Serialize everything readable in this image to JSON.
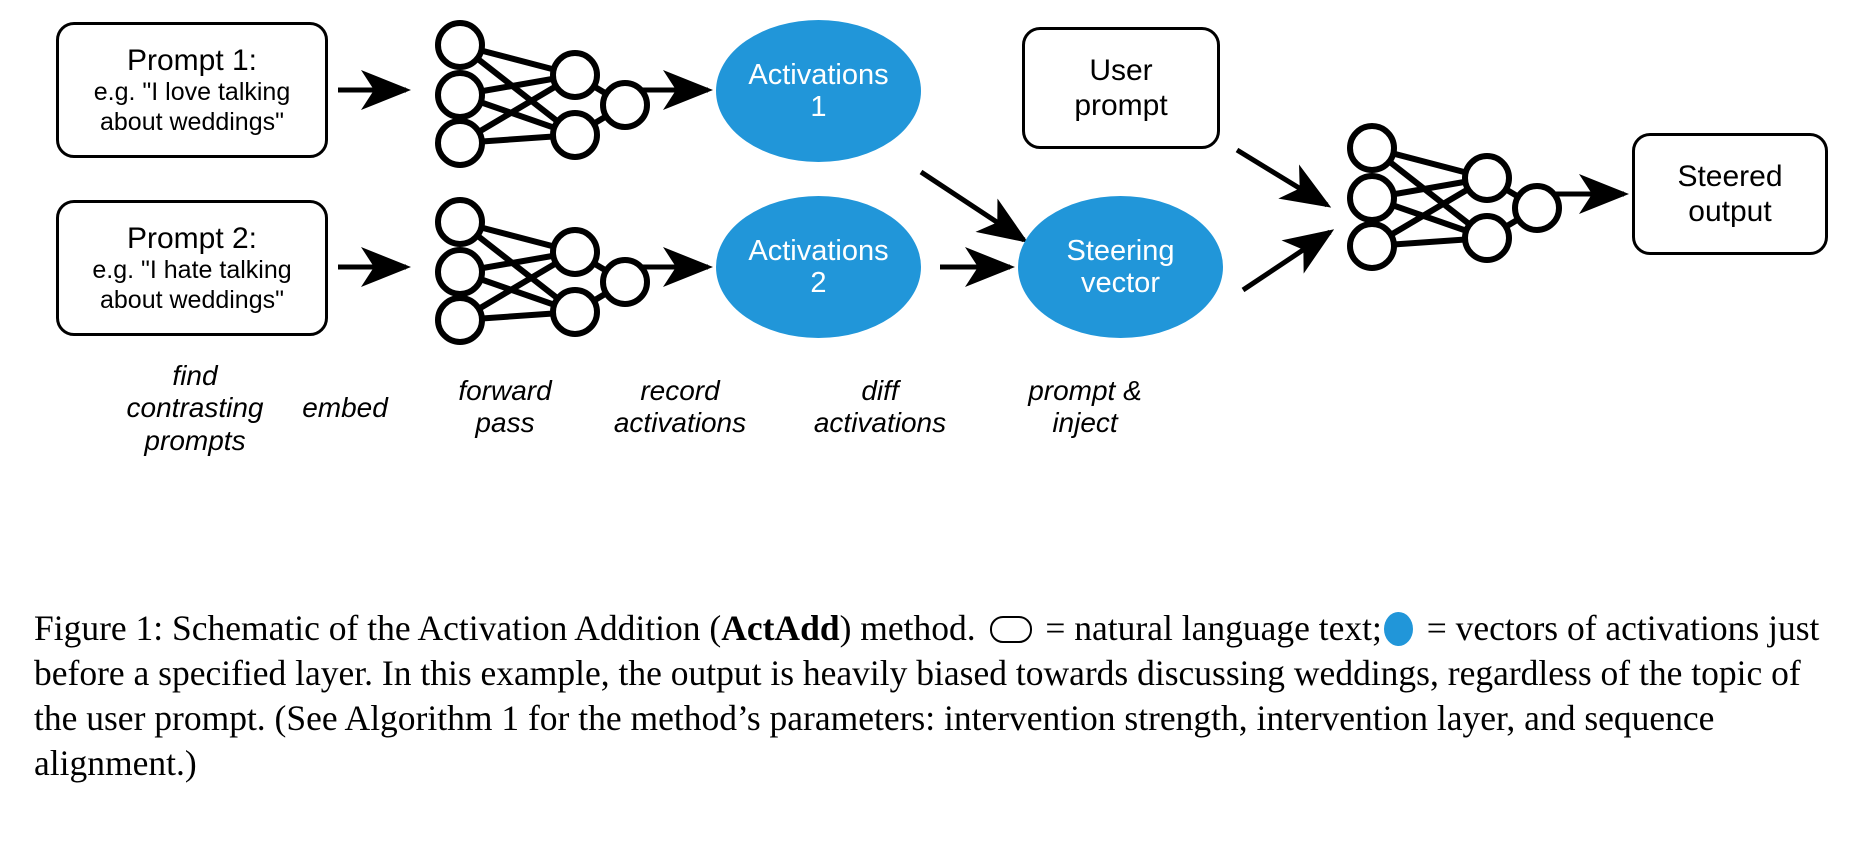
{
  "figure": {
    "colors": {
      "activation_blue": "#2196d9",
      "stroke_black": "#000000",
      "background": "#ffffff"
    },
    "boxes": [
      {
        "id": "prompt1",
        "title": "Prompt 1:",
        "line1": "e.g. \"I love talking",
        "line2": "about weddings\""
      },
      {
        "id": "prompt2",
        "title": "Prompt 2:",
        "line1": "e.g. \"I hate talking",
        "line2": "about weddings\""
      },
      {
        "id": "user_prompt",
        "line1": "User",
        "line2": "prompt"
      },
      {
        "id": "steered_output",
        "line1": "Steered",
        "line2": "output"
      }
    ],
    "ellipses": [
      {
        "id": "activations1",
        "line1": "Activations",
        "line2": "1"
      },
      {
        "id": "activations2",
        "line1": "Activations",
        "line2": "2"
      },
      {
        "id": "steering_vector",
        "line1": "Steering",
        "line2": "vector"
      }
    ],
    "networks": [
      {
        "id": "network-top",
        "layers": [
          3,
          2,
          1
        ]
      },
      {
        "id": "network-bottom",
        "layers": [
          3,
          2,
          1
        ]
      },
      {
        "id": "network-steered",
        "layers": [
          3,
          2,
          1
        ]
      }
    ],
    "step_labels": [
      {
        "id": "find-contrasting-prompts",
        "text": "find\ncontrasting\nprompts"
      },
      {
        "id": "embed",
        "text": "embed"
      },
      {
        "id": "forward-pass",
        "text": "forward\npass"
      },
      {
        "id": "record-activations",
        "text": "record\nactivations"
      },
      {
        "id": "diff-activations",
        "text": "diff\nactivations"
      },
      {
        "id": "prompt-and-inject",
        "text": "prompt &\ninject"
      }
    ]
  },
  "caption": {
    "part1": "Figure 1: Schematic of the Activation Addition (",
    "bold": "ActAdd",
    "part2": ") method. ",
    "legend_text_1": " = natural language text;",
    "legend_text_2": " = vectors of activations just before a specified layer. In this example, the output is heavily biased towards discussing weddings, regardless of the topic of the user prompt. (See Algorithm 1 for the method’s parameters: intervention strength, intervention layer, and sequence alignment.)"
  }
}
